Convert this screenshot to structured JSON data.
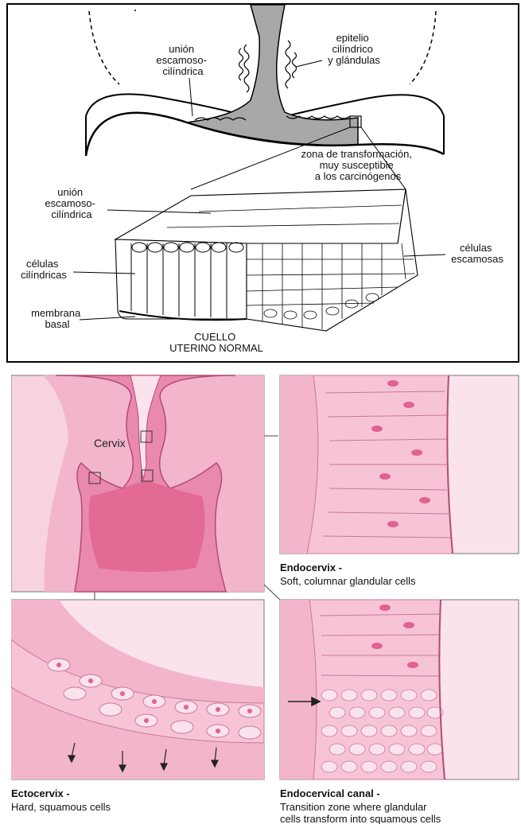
{
  "top_diagram": {
    "labels": {
      "union_top": [
        "unión",
        "escamoso-",
        "cilíndrica"
      ],
      "epitelio": [
        "epitelio",
        "cilíndrico",
        "y glándulas"
      ],
      "zona": [
        "zona de transformación,",
        "muy susceptible",
        "a los carcinógenos"
      ],
      "union_bottom": [
        "unión",
        "escamoso-",
        "cilíndrica"
      ],
      "celulas_cilindricas": [
        "células",
        "cilíndricas"
      ],
      "membrana": [
        "membrana",
        "basal"
      ],
      "celulas_escamosas": [
        "células",
        "escamosas"
      ],
      "caption": [
        "CUELLO",
        "UTERINO NORMAL"
      ]
    }
  },
  "bottom_diagram": {
    "overview_label": "Cervix",
    "colors": {
      "pink_light": "#f7d3e0",
      "pink_mid": "#ef9fbe",
      "pink_dark": "#d94f8c",
      "cell_bg": "#fbe3ec"
    },
    "panels": {
      "endocervix": {
        "title": "Endocervix -",
        "desc": "Soft, columnar glandular cells"
      },
      "ectocervix": {
        "title": "Ectocervix -",
        "desc": "Hard, squamous cells"
      },
      "endocervical_canal": {
        "title": "Endocervical canal -",
        "desc": [
          "Transition zone where glandular",
          "cells transform into squamous cells"
        ]
      }
    }
  }
}
